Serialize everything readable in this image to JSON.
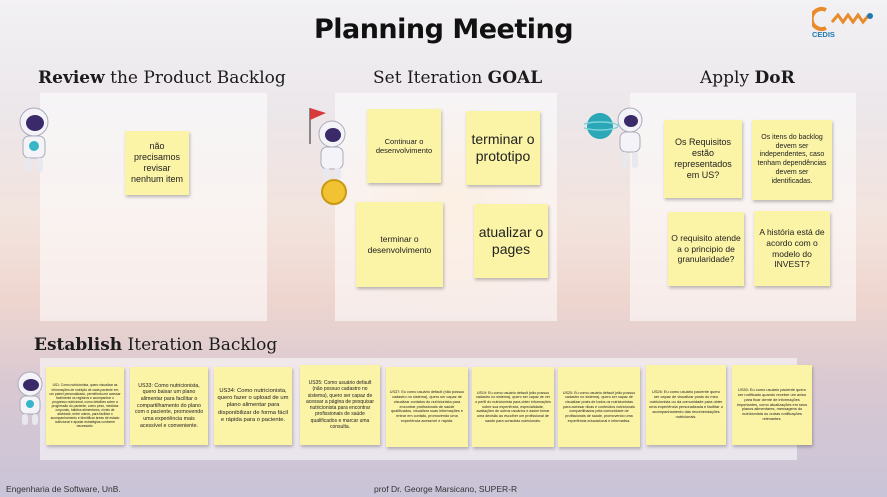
{
  "title": "Planning Meeting",
  "logo": {
    "text": "CEDIS",
    "colors": {
      "orange": "#e98a2b",
      "blue": "#1d7bb0"
    }
  },
  "sections": {
    "review": {
      "prefix": "",
      "bold": "Review",
      "rest": " the Product Backlog"
    },
    "goal": {
      "prefix": "Set Iteration ",
      "bold": "GOAL",
      "rest": ""
    },
    "dor": {
      "prefix": "Apply ",
      "bold": "DoR",
      "rest": ""
    },
    "backlog": {
      "prefix": "",
      "bold": "Establish",
      "rest": " Iteration Backlog"
    }
  },
  "review_notes": [
    "não precisamos revisar nenhum item"
  ],
  "goal_notes": [
    "Continuar o desenvolvimento",
    "terminar o prototipo",
    "terminar o desenvolvimento",
    "atualizar o pages"
  ],
  "dor_notes": [
    "Os Requisitos estão representados em US?",
    "Os itens do backlog devem ser independentes, caso tenham dependências devem ser identificadas.",
    "O requisito atende a o principio de granularidade?",
    "A história está de acordo com o modelo do INVEST?"
  ],
  "backlog_notes": [
    "US1: Como nutricionista, quero visualizar as informações de nutrição de cada paciente em um painel personalizado, permitindo-me acessar facilmente os registros e acompanhar o progresso nutricional, como detalhes sobre a progressão do paciente, como peso, medidas corporais, hábitos alimentares, níveis de atividade, entre outros, para facilitar o acompanhamento e identificar áreas de estado nutricional e ajustar estratégias conforme necessário.",
    "US33: Como nutricionista, quero baixar um plano alimentar para facilitar o compartilhamento do plano com o paciente, promovendo uma experiência mais acessível e conveniente.",
    "US34: Como nutricionista, quero fazer o upload de um plano alimentar para disponibilizar de forma fácil e rápida para o paciente.",
    "US35: Como usuário default (não possuo cadastro no sistema), quero ser capaz de acessar a página de pesquisar nutricionista para encontrar profissionais de saúde qualificados e marcar uma consulta.",
    "US37: Eu como usuário default (não possuo cadastro no sistema), quero ser capaz de visualizar contatos do nutricionista para encontrar profissionais de saúde qualificados, visualizar suas informações e entrar em contato, promovendo uma experiência acessível e rápida.",
    "US19: Eu como usuário default (não possuo cadastro no sistema), quero ser capaz de ver o perfil do nutricionista para obter informações sobre sua experiência, especialidade, avaliações de outros usuários e assim tomar uma decisão ao escolher um profissional de saúde para consultas nutricionais.",
    "US25: Eu como usuário default (não possuo cadastro no sistema), quero ser capaz de visualizar posts de todos os nutricionistas para acessar dicas e conteúdos nutricionais compartilhados pela comunidade de profissionais de saúde, promovendo uma experiência educacional e informativa.",
    "US26: Eu como usuário paciente quero ser capaz de visualizar posts do meu nutricionista ou da comunidade para obter uma experiência personalizada e facilitar o acompanhamento das recomendações nutricionais.",
    "US30: Eu como usuário paciente quero ser notificado quando receber um aviso para ficar ciente de informações importantes, como atualizações em seus planos alimentares, mensagens do nutricionista ou outras notificações relevantes."
  ],
  "footer": {
    "left": "Engenharia de Software, UnB.",
    "center": "prof Dr. George Marsicano, SUPER-R"
  }
}
